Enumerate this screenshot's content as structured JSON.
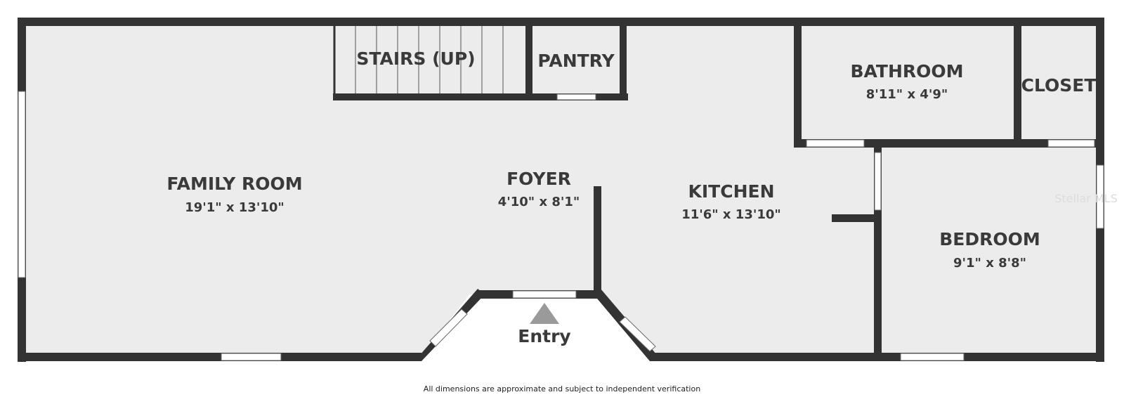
{
  "rooms": {
    "family_room": {
      "name": "FAMILY ROOM",
      "dims": "19'1\" x 13'10\""
    },
    "stairs": {
      "name": "STAIRS (UP)"
    },
    "pantry": {
      "name": "PANTRY"
    },
    "foyer": {
      "name": "FOYER",
      "dims": "4'10\" x 8'1\""
    },
    "kitchen": {
      "name": "KITCHEN",
      "dims": "11'6\" x 13'10\""
    },
    "bathroom": {
      "name": "BATHROOM",
      "dims": "8'11\" x 4'9\""
    },
    "closet": {
      "name": "CLOSET"
    },
    "bedroom": {
      "name": "BEDROOM",
      "dims": "9'1\" x 8'8\""
    }
  },
  "entry_label": "Entry",
  "disclaimer": "All dimensions are approximate and subject to independent verification",
  "watermark": "Stellar MLS",
  "colors": {
    "wall": "#333333",
    "floor": "#ececec",
    "label": "#3a3a3a",
    "entry_arrow": "#9a9a9a"
  }
}
